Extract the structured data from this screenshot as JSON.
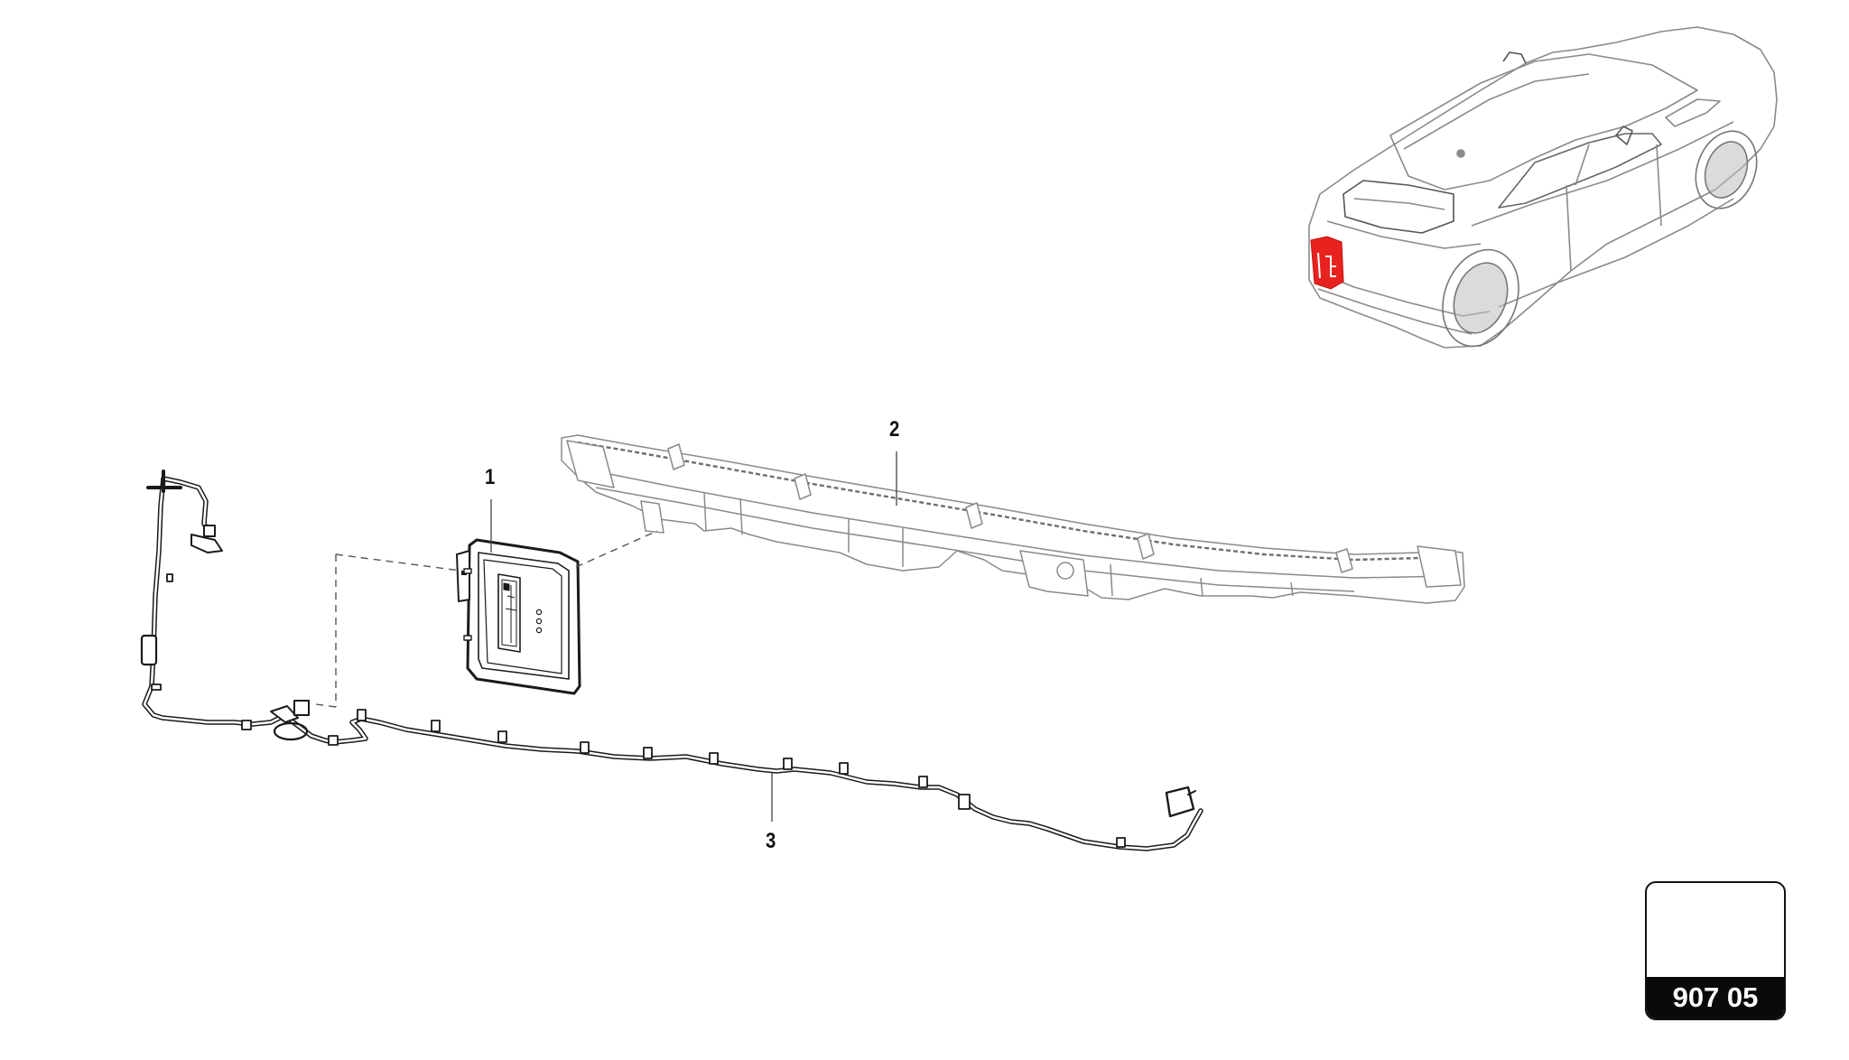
{
  "diagram": {
    "type": "exploded-parts-diagram",
    "subject": "rear parking sensor control unit, rear bumper beam and wiring harness",
    "callouts": [
      {
        "id": "1",
        "label": "1",
        "part": "control unit"
      },
      {
        "id": "2",
        "label": "2",
        "part": "rear bumper beam"
      },
      {
        "id": "3",
        "label": "3",
        "part": "wiring harness"
      }
    ],
    "locator": {
      "view": "rear three-quarter vehicle overview",
      "highlight_color": "#e8231f"
    },
    "reference": {
      "label": "907 05",
      "icon": "arrow-3d-icon"
    }
  },
  "colors": {
    "line": "#1a1a1a",
    "light_line": "#8a8a8a",
    "beam_line": "#9a9a9a",
    "highlight": "#e8231f",
    "arrow_face": "#ffffff",
    "arrow_side": "#8c8c8c",
    "ref_bg": "#0a0a0a"
  }
}
